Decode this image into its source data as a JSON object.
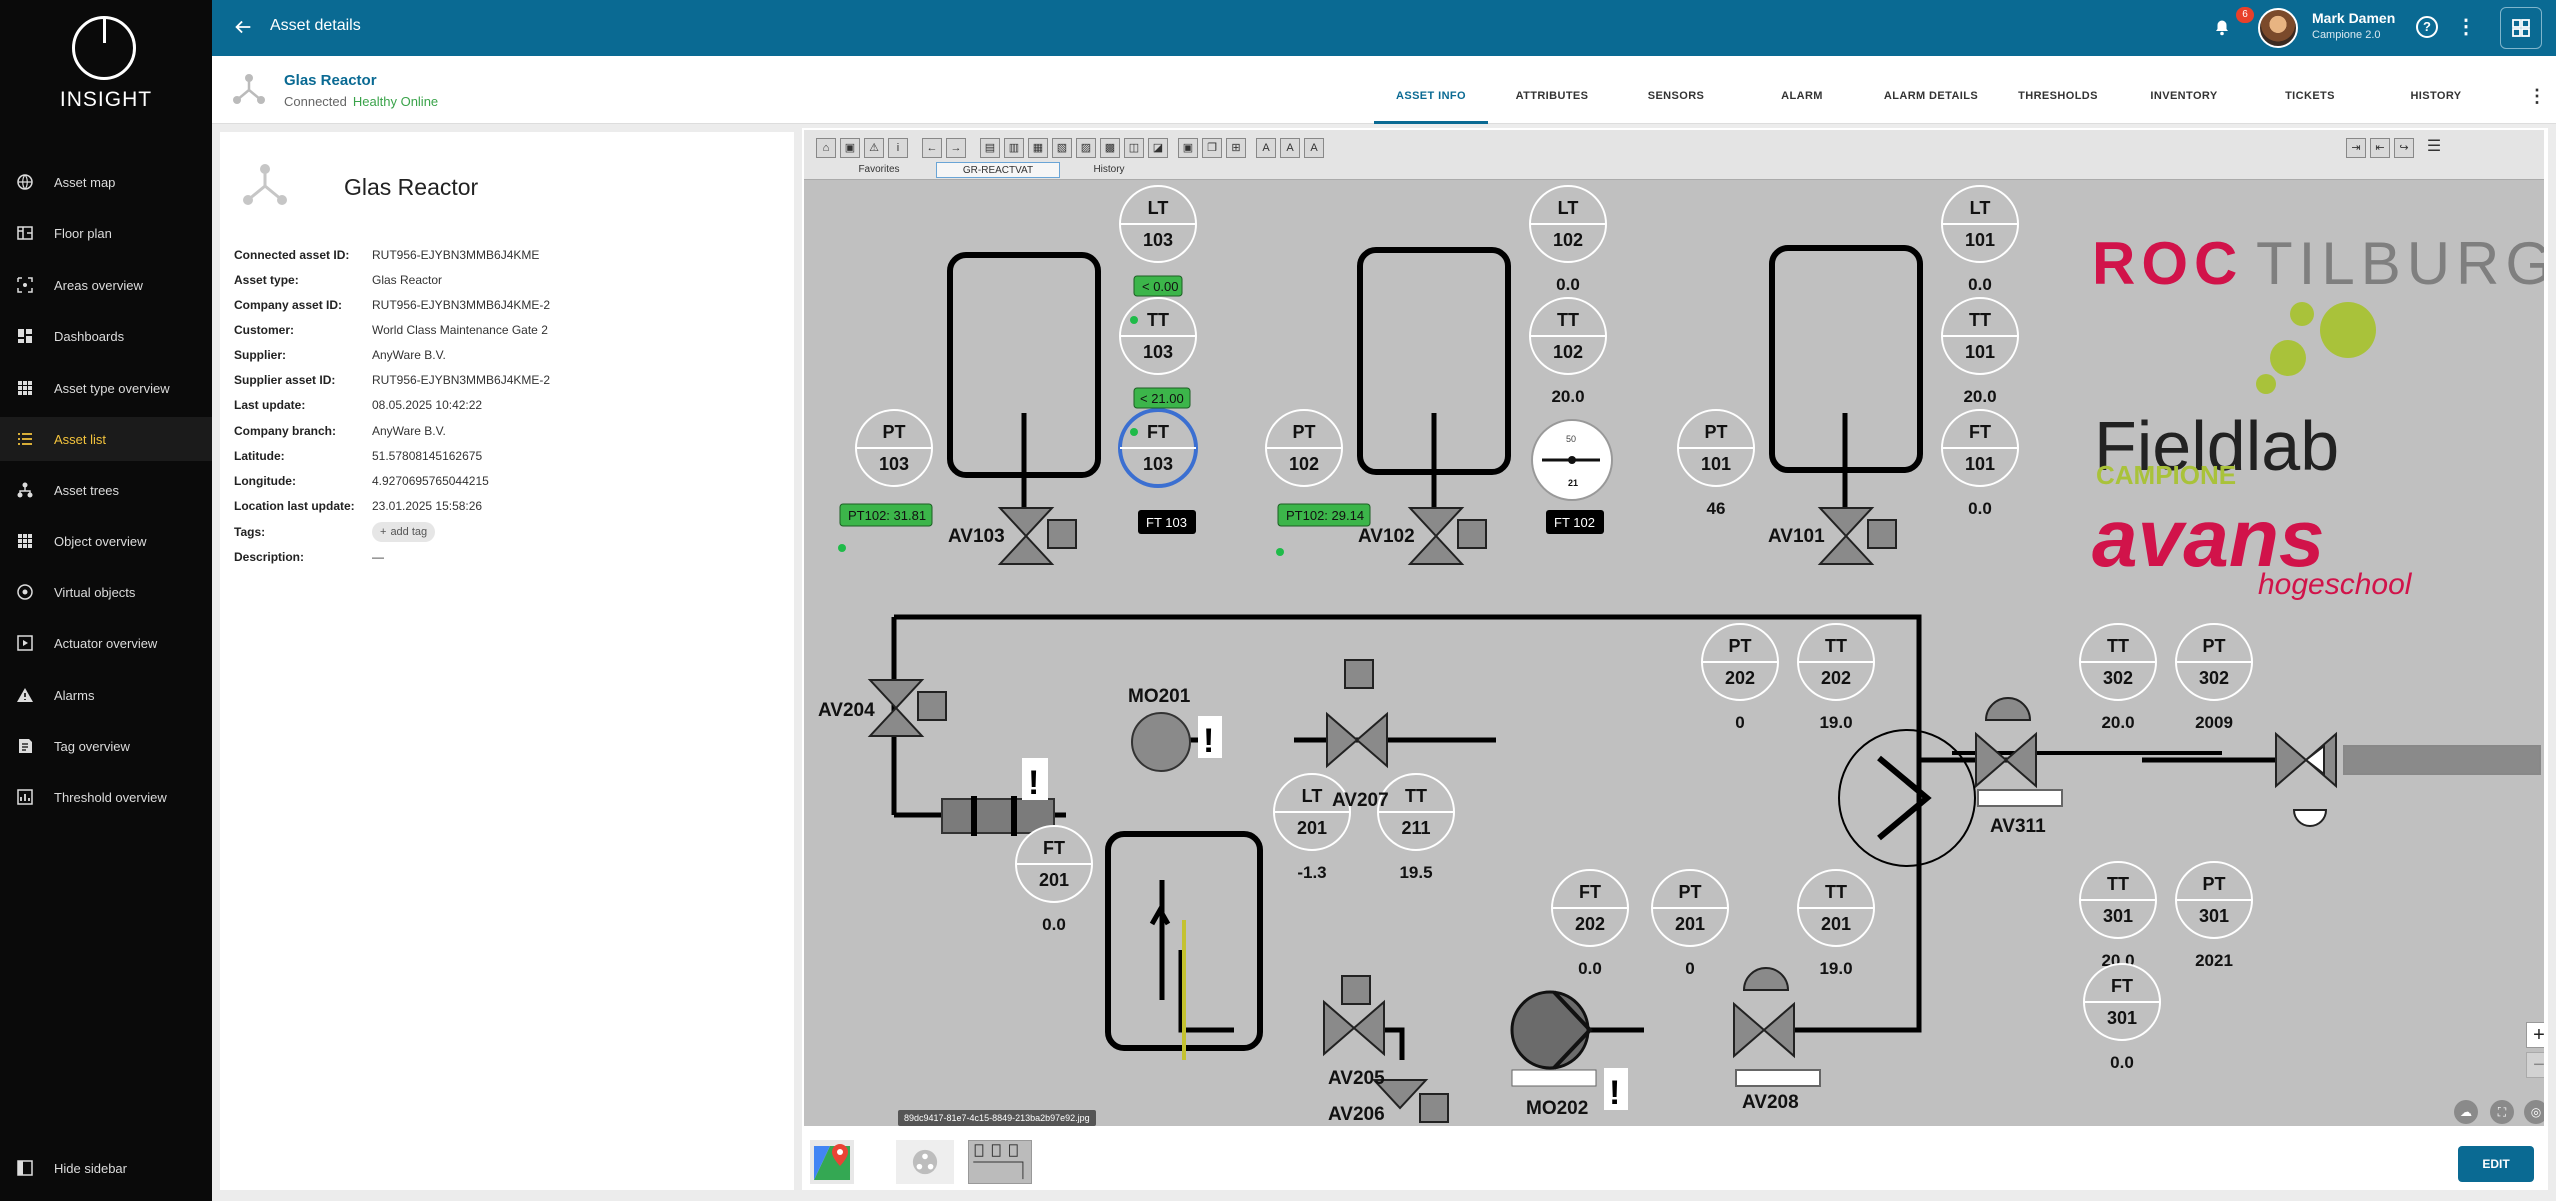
{
  "app": {
    "logo_text": "INSIGHT"
  },
  "sidebar": {
    "items": [
      {
        "label": "Asset map",
        "icon": "globe-icon"
      },
      {
        "label": "Floor plan",
        "icon": "floor-plan-icon"
      },
      {
        "label": "Areas overview",
        "icon": "areas-icon"
      },
      {
        "label": "Dashboards",
        "icon": "dashboard-icon"
      },
      {
        "label": "Asset type overview",
        "icon": "grid-icon"
      },
      {
        "label": "Asset list",
        "icon": "list-icon",
        "active": true
      },
      {
        "label": "Asset trees",
        "icon": "tree-icon"
      },
      {
        "label": "Object overview",
        "icon": "grid-icon"
      },
      {
        "label": "Virtual objects",
        "icon": "virtual-icon"
      },
      {
        "label": "Actuator overview",
        "icon": "actuator-icon"
      },
      {
        "label": "Alarms",
        "icon": "warning-icon"
      },
      {
        "label": "Tag overview",
        "icon": "tag-icon"
      },
      {
        "label": "Threshold overview",
        "icon": "chart-icon"
      }
    ],
    "hide_label": "Hide sidebar"
  },
  "topbar": {
    "title": "Asset details",
    "notifications": "6",
    "user_name": "Mark Damen",
    "user_org": "Campione 2.0"
  },
  "asset": {
    "name": "Glas Reactor",
    "status": "Connected",
    "health": "Healthy Online"
  },
  "tabs": [
    "ASSET INFO",
    "ATTRIBUTES",
    "SENSORS",
    "ALARM",
    "ALARM DETAILS",
    "THRESHOLDS",
    "INVENTORY",
    "TICKETS",
    "HISTORY"
  ],
  "info": {
    "title": "Glas Reactor",
    "rows": [
      {
        "k": "Connected asset ID:",
        "v": "RUT956-EJYBN3MMB6J4KME"
      },
      {
        "k": "Asset type:",
        "v": "Glas Reactor"
      },
      {
        "k": "Company asset ID:",
        "v": "RUT956-EJYBN3MMB6J4KME-2"
      },
      {
        "k": "Customer:",
        "v": "World Class Maintenance Gate 2"
      },
      {
        "k": "Supplier:",
        "v": "AnyWare B.V."
      },
      {
        "k": "Supplier asset ID:",
        "v": "RUT956-EJYBN3MMB6J4KME-2"
      },
      {
        "k": "Last update:",
        "v": "08.05.2025 10:42:22"
      },
      {
        "k": "Company branch:",
        "v": "AnyWare B.V."
      },
      {
        "k": "Latitude:",
        "v": "51.57808145162675"
      },
      {
        "k": "Longitude:",
        "v": "4.9270695765044215"
      },
      {
        "k": "Location last update:",
        "v": "23.01.2025 15:58:26"
      },
      {
        "k": "Tags:",
        "v": ""
      },
      {
        "k": "Description:",
        "v": "—"
      }
    ],
    "add_tag": "add tag"
  },
  "diagram": {
    "subtabs": [
      "Favorites",
      "GR-REACTVAT",
      "History"
    ],
    "file_tooltip": "89dc9417-81e7-4c15-8849-213ba2b97e92.jpg",
    "edit_label": "EDIT",
    "logos": {
      "roc": "ROC",
      "tilburg": "TILBURG",
      "fieldlab": "Fieldlab",
      "campione": "CAMPIONE",
      "avans": "avans",
      "hogeschool": "hogeschool"
    },
    "instruments": [
      {
        "t": "LT",
        "n": "103",
        "val": ""
      },
      {
        "t": "TT",
        "n": "103",
        "val": ""
      },
      {
        "t": "PT",
        "n": "103",
        "val": ""
      },
      {
        "t": "FT",
        "n": "103",
        "val": ""
      },
      {
        "t": "LT",
        "n": "102",
        "val": "0.0"
      },
      {
        "t": "TT",
        "n": "102",
        "val": "20.0"
      },
      {
        "t": "PT",
        "n": "102",
        "val": ""
      },
      {
        "t": "LT",
        "n": "101",
        "val": "0.0"
      },
      {
        "t": "TT",
        "n": "101",
        "val": "20.0"
      },
      {
        "t": "PT",
        "n": "101",
        "val": "46"
      },
      {
        "t": "FT",
        "n": "101",
        "val": "0.0"
      },
      {
        "t": "PT",
        "n": "202",
        "val": "0"
      },
      {
        "t": "TT",
        "n": "202",
        "val": "19.0"
      },
      {
        "t": "TT",
        "n": "302",
        "val": "20.0"
      },
      {
        "t": "PT",
        "n": "302",
        "val": "2009"
      },
      {
        "t": "FT",
        "n": "201",
        "val": "0.0"
      },
      {
        "t": "LT",
        "n": "201",
        "val": "-1.3"
      },
      {
        "t": "TT",
        "n": "211",
        "val": "19.5"
      },
      {
        "t": "FT",
        "n": "202",
        "val": "0.0"
      },
      {
        "t": "PT",
        "n": "201",
        "val": "0"
      },
      {
        "t": "TT",
        "n": "201",
        "val": "19.0"
      },
      {
        "t": "TT",
        "n": "301",
        "val": "20.0"
      },
      {
        "t": "PT",
        "n": "301",
        "val": "2021"
      },
      {
        "t": "FT",
        "n": "301",
        "val": "0.0"
      }
    ],
    "valves": [
      "AV103",
      "AV102",
      "AV101",
      "AV204",
      "AV207",
      "AV205",
      "AV206",
      "AV208",
      "AV311"
    ],
    "motors": [
      "MO201",
      "MO202"
    ],
    "green_tags": [
      "< 0.00",
      "< 21.00",
      "PT102: 31.81",
      "PT102: 29.14"
    ],
    "black_tags": [
      "FT 103",
      "FT 102"
    ],
    "gauge": {
      "top": "50",
      "bottom": "21"
    }
  }
}
